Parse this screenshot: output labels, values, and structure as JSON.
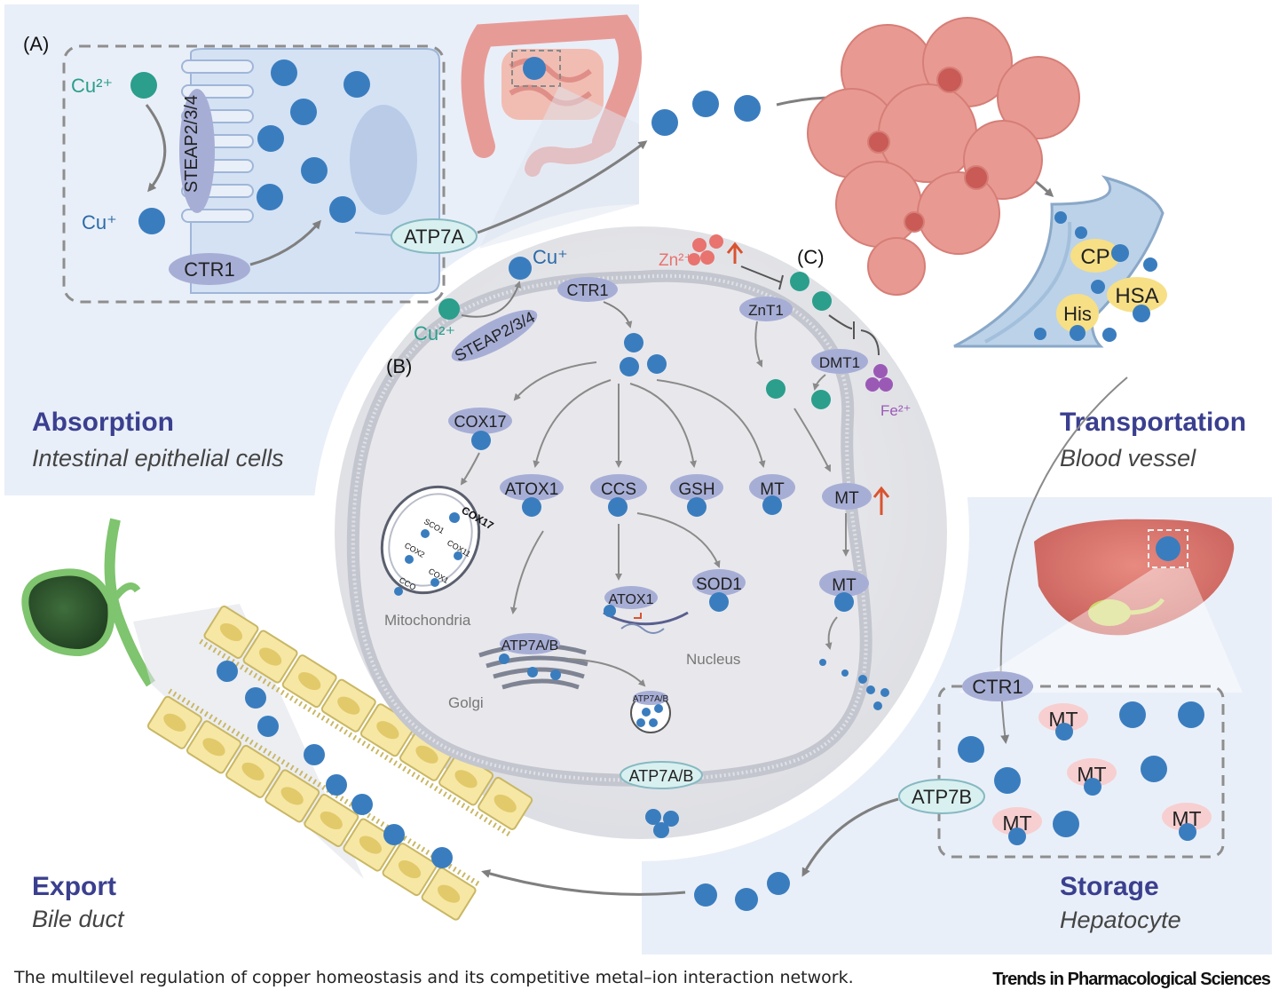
{
  "panels": {
    "absorption": {
      "letter": "(A)",
      "title": "Absorption",
      "subtitle": "Intestinal epithelial cells"
    },
    "transportation": {
      "title": "Transportation",
      "subtitle": "Blood vessel"
    },
    "storage": {
      "title": "Storage",
      "subtitle": "Hepatocyte"
    },
    "export": {
      "title": "Export",
      "subtitle": "Bile duct"
    },
    "cell": {
      "letter_b": "(B)",
      "letter_c": "(C)"
    }
  },
  "labels": {
    "cu2": "Cu²⁺",
    "cu1": "Cu⁺",
    "zn2": "Zn²⁺",
    "fe2": "Fe²⁺",
    "steap": "STEAP2/3/4",
    "ctr1": "CTR1",
    "atp7a": "ATP7A",
    "atp7b": "ATP7B",
    "atp7ab": "ATP7A/B",
    "cox17": "COX17",
    "atox1": "ATOX1",
    "ccs": "CCS",
    "gsh": "GSH",
    "mt": "MT",
    "sod1": "SOD1",
    "znt1": "ZnT1",
    "dmt1": "DMT1",
    "sco1": "SCO1",
    "cox11": "COX11",
    "cox2": "COX2",
    "cox1": "COX1",
    "cco": "CCO",
    "mitochondria": "Mitochondria",
    "golgi": "Golgi",
    "nucleus": "Nucleus",
    "cp": "CP",
    "hsa": "HSA",
    "his": "His"
  },
  "caption": "The multilevel regulation of copper homeostasis and its competitive metal–ion interaction network.",
  "journal": "Trends in Pharmacological Sciences",
  "colors": {
    "copper": "#3a7dbf",
    "cu2": "#2b9e8c",
    "zinc": "#e8736f",
    "iron": "#9b59b6",
    "protein": "#a7aed6",
    "title": "#3a3f8f",
    "panel_bg": "#e9eff8"
  }
}
